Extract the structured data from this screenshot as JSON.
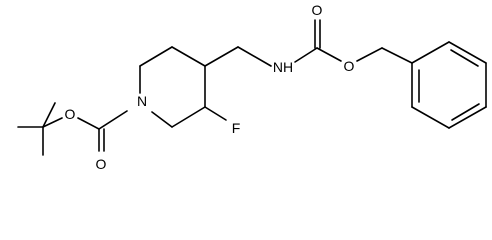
{
  "atoms": {
    "n_ring": "N",
    "o_carbamate1_ether": "O",
    "o_carbamate1_carbonyl": "O",
    "f_substituent": "F",
    "n_amide": "NH",
    "o_carbamate2_carbonyl": "O",
    "o_carbamate2_ether": "O"
  }
}
